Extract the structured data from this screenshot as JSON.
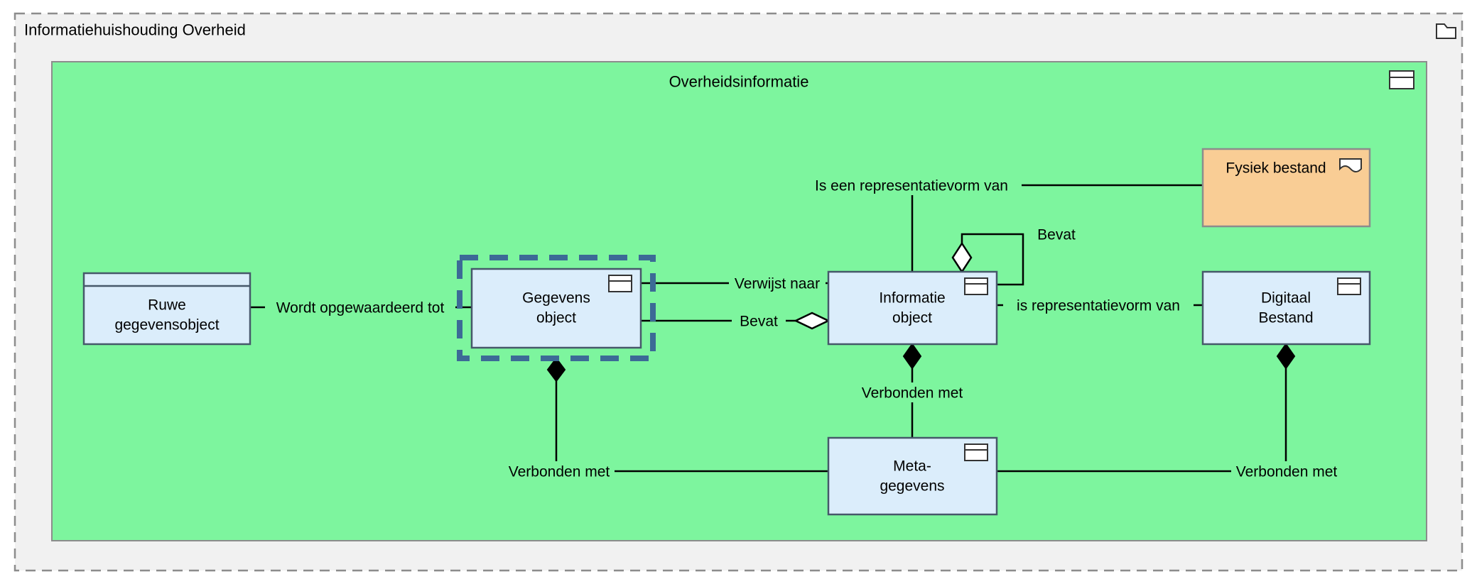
{
  "diagram": {
    "outer_group": {
      "title": "Informatiehuishouding Overheid"
    },
    "inner_group": {
      "title": "Overheidsinformatie"
    },
    "nodes": {
      "ruwe_gegevensobject": {
        "line1": "Ruwe",
        "line2": "gegevensobject"
      },
      "gegevens_object": {
        "line1": "Gegevens",
        "line2": "object",
        "selected": true
      },
      "informatie_object": {
        "line1": "Informatie",
        "line2": "object"
      },
      "fysiek_bestand": {
        "label": "Fysiek bestand"
      },
      "digitaal_bestand": {
        "line1": "Digitaal",
        "line2": "Bestand"
      },
      "meta_gegevens": {
        "line1": "Meta-",
        "line2": "gegevens"
      }
    },
    "relationships": {
      "wordt_opgewaardeerd_tot": {
        "label": "Wordt opgewaardeerd tot"
      },
      "verwijst_naar": {
        "label": "Verwijst naar"
      },
      "bevat": {
        "label": "Bevat"
      },
      "is_een_representatievorm_van": {
        "label": "Is een representatievorm van"
      },
      "bevat_self": {
        "label": "Bevat"
      },
      "is_representatievorm_van": {
        "label": "is representatievorm van"
      },
      "verbonden_met_links": {
        "label": "Verbonden met"
      },
      "verbonden_met_midden": {
        "label": "Verbonden met"
      },
      "verbonden_met_rechts": {
        "label": "Verbonden met"
      }
    },
    "colors": {
      "outer_fill": "#f1f1f1",
      "outer_border": "#8c8c8c",
      "group_fill": "#7df59e",
      "node_fill": "#dbedfb",
      "node_border": "#46586a",
      "orange_fill": "#f9cd95",
      "selection": "#3c6a96",
      "line": "#000000"
    }
  }
}
